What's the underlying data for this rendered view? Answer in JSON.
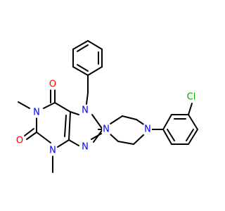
{
  "molecule": {
    "atoms": {
      "O6": {
        "symbol": "O",
        "color": "#ff0000"
      },
      "O2": {
        "symbol": "O",
        "color": "#ff0000"
      },
      "N1": {
        "symbol": "N",
        "color": "#0000ff"
      },
      "N3": {
        "symbol": "N",
        "color": "#0000ff"
      },
      "N7": {
        "symbol": "N",
        "color": "#0000ff"
      },
      "N9": {
        "symbol": "N",
        "color": "#0000ff"
      },
      "NP1": {
        "symbol": "N",
        "color": "#0000ff"
      },
      "NP4": {
        "symbol": "N",
        "color": "#0000ff"
      },
      "Cl": {
        "symbol": "Cl",
        "color": "#00b000"
      }
    }
  }
}
